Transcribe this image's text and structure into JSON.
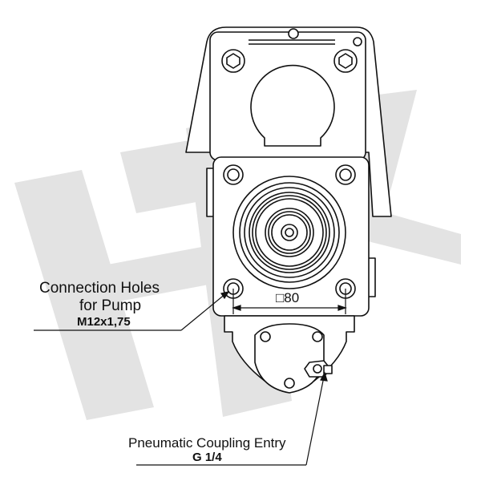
{
  "watermark": {
    "text": "HK",
    "color": "#e3e3e3"
  },
  "drawing": {
    "stroke_color": "#111111",
    "fill_color": "#ffffff"
  },
  "callouts": {
    "connection_holes": {
      "line1": "Connection Holes",
      "line2": "for Pump",
      "spec": "M12x1,75"
    },
    "pneumatic": {
      "line1": "Pneumatic Coupling Entry",
      "spec": "G 1/4"
    }
  },
  "dimension": {
    "symbol": "□",
    "value": "80"
  }
}
